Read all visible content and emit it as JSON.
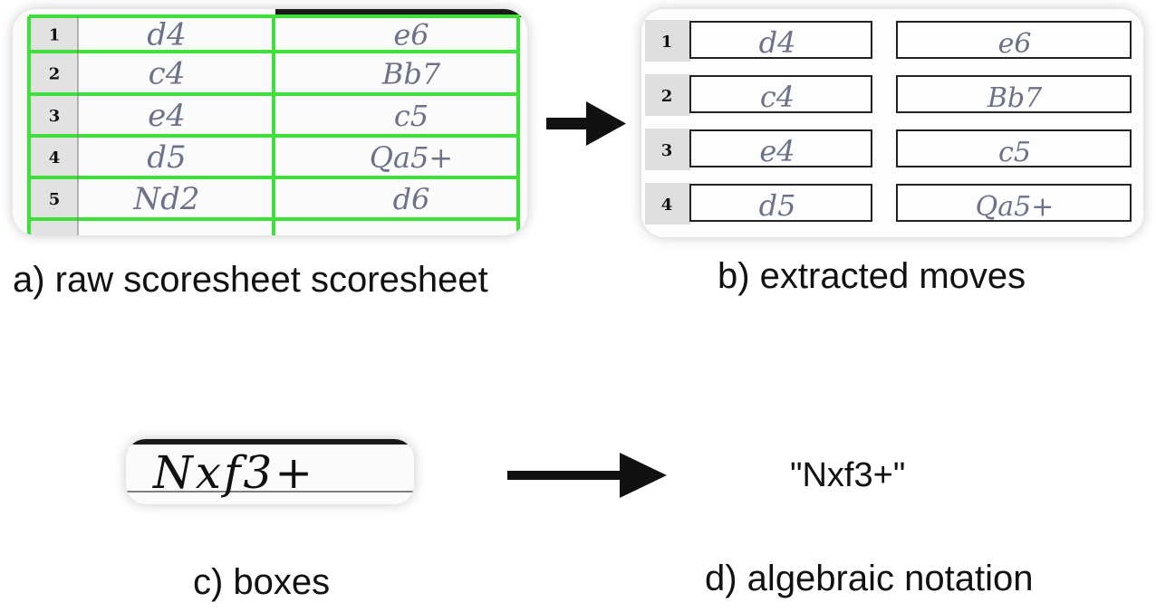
{
  "panels": {
    "a": {
      "caption": "a) raw scoresheet scoresheet",
      "rows": [
        {
          "num": "1",
          "white": "d4",
          "black": "e6"
        },
        {
          "num": "2",
          "white": "c4",
          "black": "Bb7"
        },
        {
          "num": "3",
          "white": "e4",
          "black": "c5"
        },
        {
          "num": "4",
          "white": "d5",
          "black": "Qa5+"
        },
        {
          "num": "5",
          "white": "Nd2",
          "black": "d6"
        }
      ]
    },
    "b": {
      "caption": "b) extracted moves",
      "rows": [
        {
          "num": "1",
          "white": "d4",
          "black": "e6"
        },
        {
          "num": "2",
          "white": "c4",
          "black": "Bb7"
        },
        {
          "num": "3",
          "white": "e4",
          "black": "c5"
        },
        {
          "num": "4",
          "white": "d5",
          "black": "Qa5+"
        }
      ]
    },
    "c": {
      "caption": "c) boxes",
      "handwritten_move": "Nxf3+"
    },
    "d": {
      "caption": "d) algebraic notation",
      "output": "\"Nxf3+\""
    }
  },
  "colors": {
    "grid_green": "#3ee03a",
    "ink": "#111111",
    "pencil": "#6d7288"
  }
}
